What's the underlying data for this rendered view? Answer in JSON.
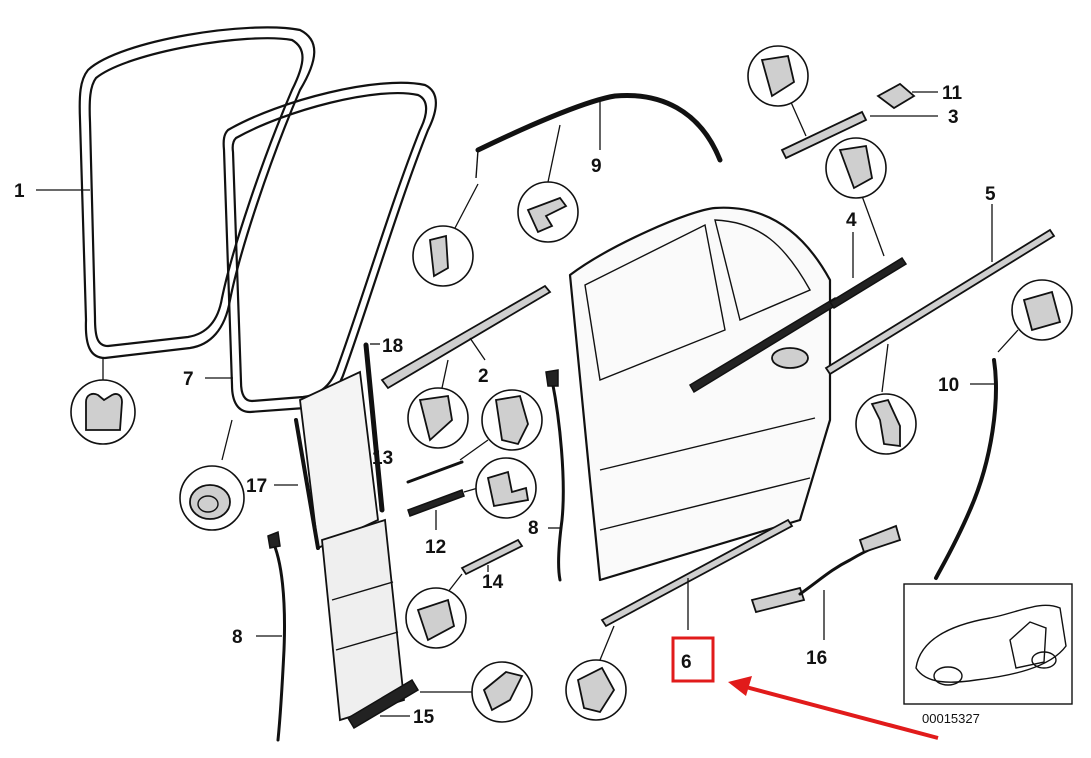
{
  "diagram": {
    "callouts": {
      "c1": "1",
      "c2": "2",
      "c3": "3",
      "c4": "4",
      "c5": "5",
      "c6": "6",
      "c7": "7",
      "c8a": "8",
      "c8b": "8",
      "c9": "9",
      "c10": "10",
      "c11": "11",
      "c12": "12",
      "c13": "13",
      "c14": "14",
      "c15": "15",
      "c16": "16",
      "c17": "17",
      "c18": "18"
    },
    "catalog_number": "00015327",
    "highlighted_callout": "6",
    "colors": {
      "highlight": "#e11b1b",
      "line": "#111111"
    }
  }
}
